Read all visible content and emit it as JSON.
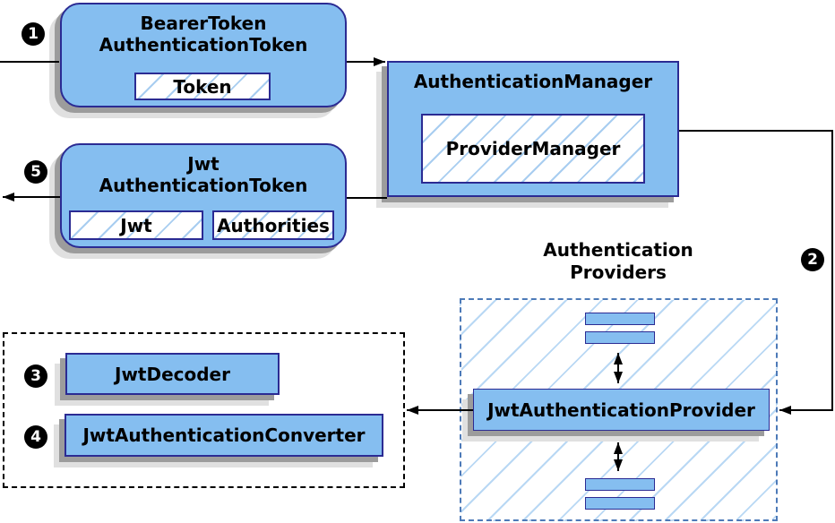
{
  "diagram": {
    "badges": {
      "step1": "1",
      "step2": "2",
      "step3": "3",
      "step4": "4",
      "step5": "5"
    },
    "bearer_token": {
      "title_line1": "BearerToken",
      "title_line2": "AuthenticationToken",
      "field": "Token"
    },
    "authentication_manager": {
      "title": "AuthenticationManager",
      "field": "ProviderManager"
    },
    "jwt_authentication_token": {
      "title_line1": "Jwt",
      "title_line2": "AuthenticationToken",
      "field_jwt": "Jwt",
      "field_authorities": "Authorities"
    },
    "authentication_providers": {
      "label_line1": "Authentication",
      "label_line2": "Providers"
    },
    "jwt_authentication_provider": {
      "title": "JwtAuthenticationProvider"
    },
    "jwt_decoder": {
      "title": "JwtDecoder"
    },
    "jwt_authentication_converter": {
      "title": "JwtAuthenticationConverter"
    }
  },
  "colors": {
    "box_fill": "#85bef0",
    "box_border": "#2b2b93",
    "hatch_line": "#a8cdf0",
    "providers_hatch": "#b9d8f4",
    "providers_border": "#4d7ab8",
    "shadow_dark": "#9c9c9c",
    "shadow_light": "#e0e0e0",
    "line": "#000000"
  }
}
